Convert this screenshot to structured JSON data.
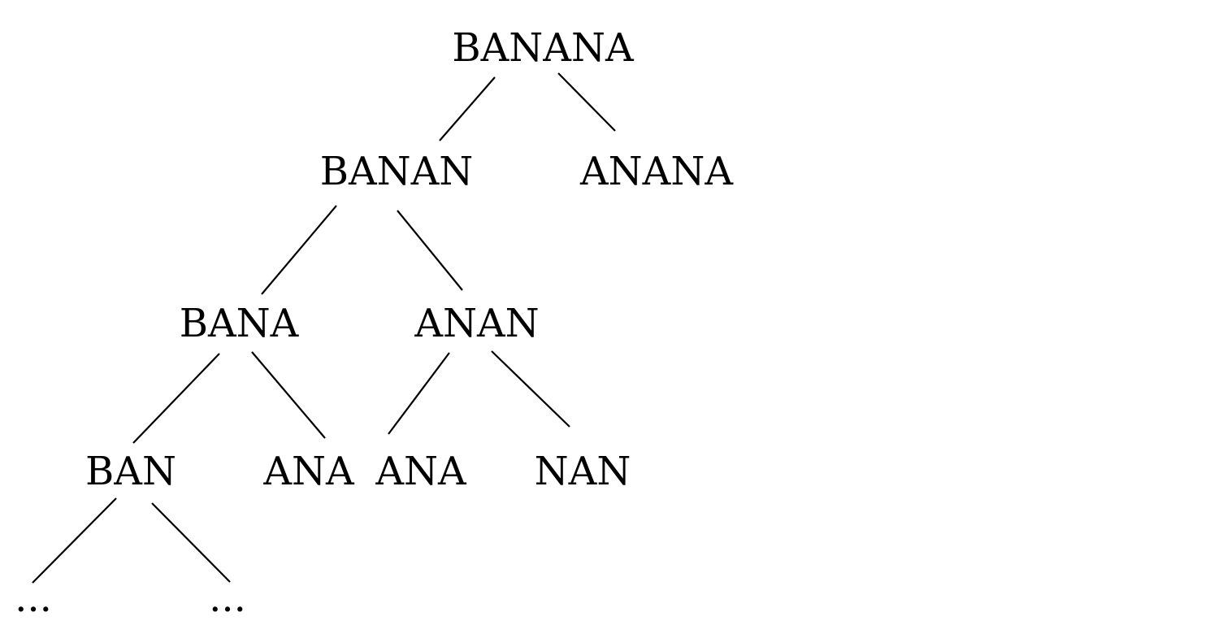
{
  "tree": {
    "nodes": [
      {
        "id": "banana",
        "label": "BANANA"
      },
      {
        "id": "banan",
        "label": "BANAN"
      },
      {
        "id": "anana",
        "label": "ANANA"
      },
      {
        "id": "bana",
        "label": "BANA"
      },
      {
        "id": "anan",
        "label": "ANAN"
      },
      {
        "id": "ban",
        "label": "BAN"
      },
      {
        "id": "ana-1",
        "label": "ANA"
      },
      {
        "id": "ana-2",
        "label": "ANA"
      },
      {
        "id": "nan",
        "label": "NAN"
      },
      {
        "id": "ellipsis-1",
        "label": "..."
      },
      {
        "id": "ellipsis-2",
        "label": "..."
      }
    ],
    "edges": [
      {
        "from": "banana",
        "to": "banan"
      },
      {
        "from": "banana",
        "to": "anana"
      },
      {
        "from": "banan",
        "to": "bana"
      },
      {
        "from": "banan",
        "to": "anan"
      },
      {
        "from": "bana",
        "to": "ban"
      },
      {
        "from": "bana",
        "to": "ana-1"
      },
      {
        "from": "anan",
        "to": "ana-2"
      },
      {
        "from": "anan",
        "to": "nan"
      },
      {
        "from": "ban",
        "to": "ellipsis-1"
      },
      {
        "from": "ban",
        "to": "ellipsis-2"
      }
    ]
  }
}
